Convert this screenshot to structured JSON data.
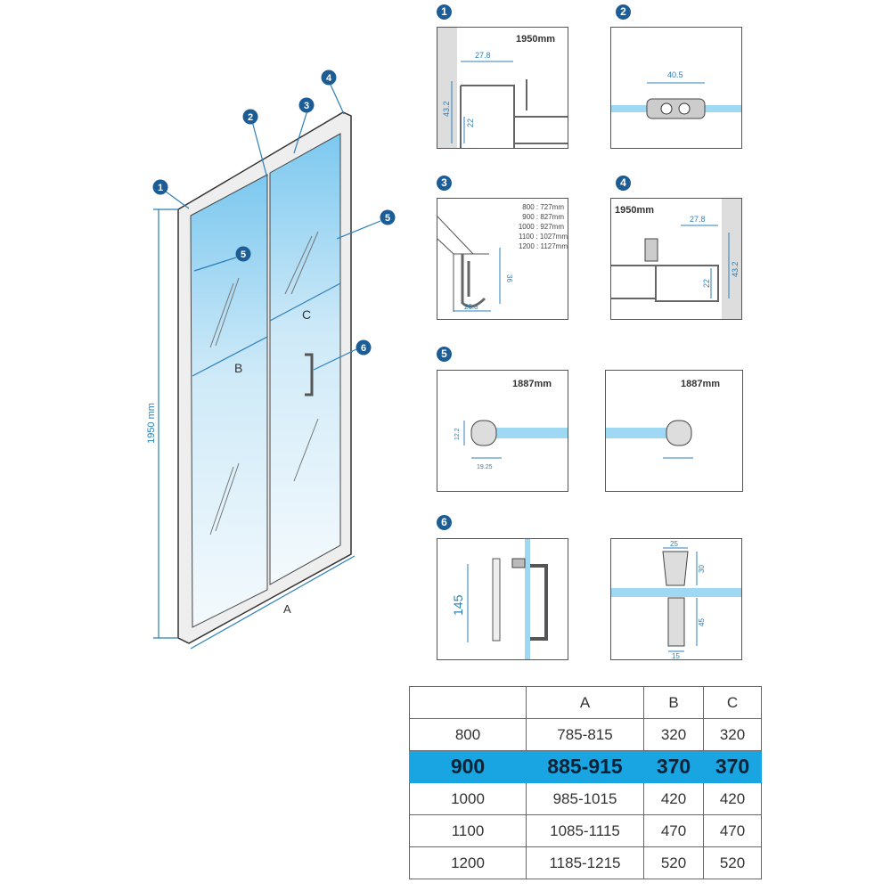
{
  "main_drawing": {
    "height_label": "1950 mm",
    "width_label": "A",
    "panel_b_label": "B",
    "panel_c_label": "C",
    "callouts": [
      "1",
      "2",
      "3",
      "4",
      "5",
      "5",
      "6"
    ]
  },
  "details": [
    {
      "badge": "1",
      "height": "1950mm",
      "dims": [
        "27.8",
        "43.2",
        "22"
      ]
    },
    {
      "badge": "2",
      "dims": [
        "40.5"
      ]
    },
    {
      "badge": "3",
      "sizes": [
        "800 : 727mm",
        "900 : 827mm",
        "1000 : 927mm",
        "1100 : 1027mm",
        "1200 : 1127mm"
      ],
      "dims": [
        "36",
        "20.8"
      ]
    },
    {
      "badge": "4",
      "height": "1950mm",
      "dims": [
        "27.8",
        "22",
        "43.2"
      ]
    },
    {
      "badge": "5",
      "height": "1887mm",
      "dims": [
        "12.2",
        "19.25"
      ]
    },
    {
      "height": "1887mm"
    },
    {
      "badge": "6",
      "dims": [
        "145"
      ]
    },
    {
      "dims": [
        "25",
        "30",
        "45",
        "15"
      ]
    }
  ],
  "table": {
    "headers": [
      "",
      "A",
      "B",
      "C"
    ],
    "rows": [
      [
        "800",
        "785-815",
        "320",
        "320"
      ],
      [
        "900",
        "885-915",
        "370",
        "370"
      ],
      [
        "1000",
        "985-1015",
        "420",
        "420"
      ],
      [
        "1100",
        "1085-1115",
        "470",
        "470"
      ],
      [
        "1200",
        "1185-1215",
        "520",
        "520"
      ]
    ],
    "highlight_row": 1,
    "highlight_color": "#19a4e2"
  },
  "colors": {
    "dimension": "#2b7fb8",
    "badge": "#1d5d96",
    "glass": "#9fd8f3"
  }
}
